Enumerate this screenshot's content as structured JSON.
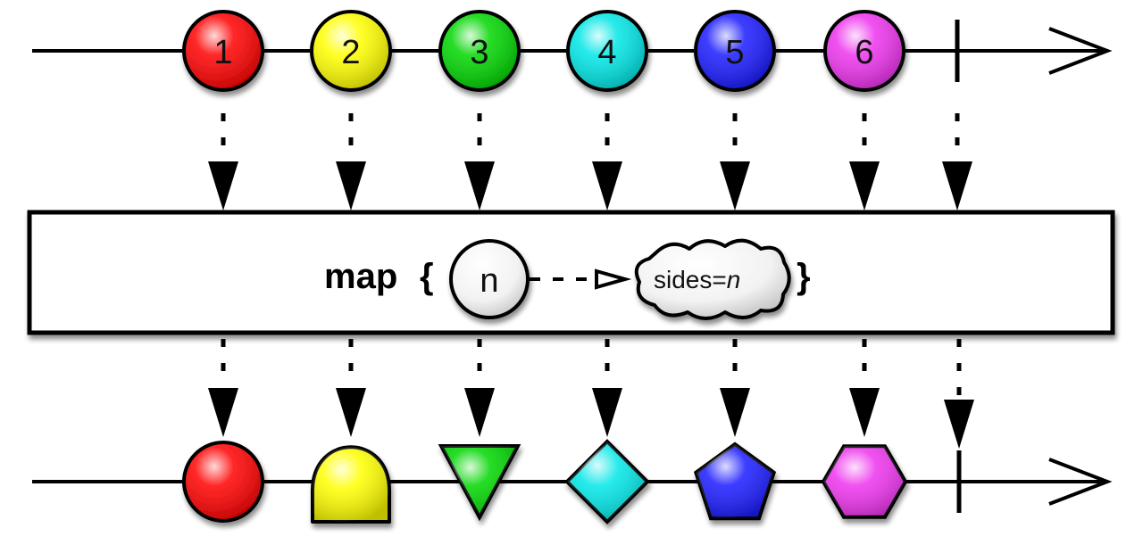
{
  "input_items": [
    {
      "label": "1",
      "color": "#ff0000"
    },
    {
      "label": "2",
      "color": "#ffff00"
    },
    {
      "label": "3",
      "color": "#00d600"
    },
    {
      "label": "4",
      "color": "#00e6e6"
    },
    {
      "label": "5",
      "color": "#1a1aff"
    },
    {
      "label": "6",
      "color": "#ee33ee"
    }
  ],
  "operator": {
    "keyword": "map",
    "open_brace": "{",
    "close_brace": "}",
    "input_symbol": "n",
    "output_prefix": "sides=",
    "output_var": "n"
  },
  "output_items": [
    {
      "shape": "circle",
      "sides": 1,
      "color": "#ff0000"
    },
    {
      "shape": "dome",
      "sides": 2,
      "color": "#ffff00"
    },
    {
      "shape": "triangle",
      "sides": 3,
      "color": "#00d600"
    },
    {
      "shape": "diamond",
      "sides": 4,
      "color": "#00e6e6"
    },
    {
      "shape": "pentagon",
      "sides": 5,
      "color": "#1a1aff"
    },
    {
      "shape": "hexagon",
      "sides": 6,
      "color": "#ee33ee"
    }
  ],
  "completion": "complete"
}
